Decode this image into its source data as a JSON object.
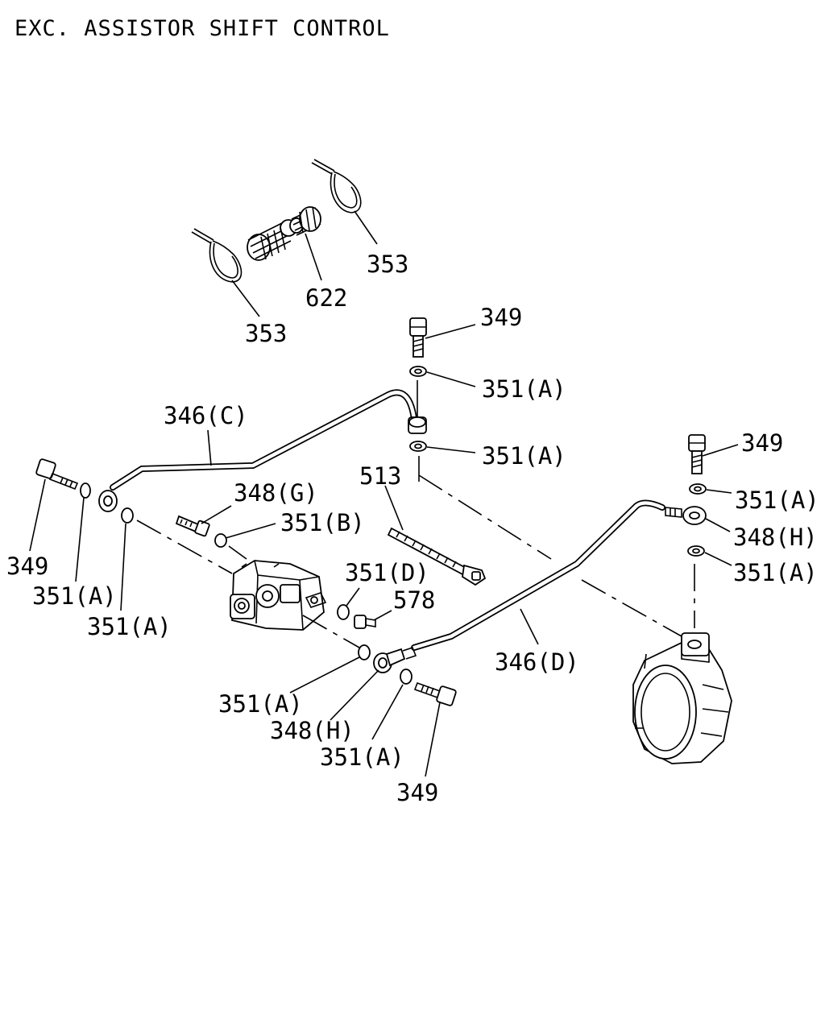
{
  "title": "EXC. ASSISTOR SHIFT CONTROL",
  "callouts": {
    "c353_top": "353",
    "c622": "622",
    "c353_left": "353",
    "c349_top": "349",
    "c351A_top1": "351(A)",
    "c351A_top2": "351(A)",
    "c346C": "346(C)",
    "c513": "513",
    "c349_right": "349",
    "c351A_right1": "351(A)",
    "c348H_right": "348(H)",
    "c351A_right2": "351(A)",
    "c348G": "348(G)",
    "c351B": "351(B)",
    "c349_left": "349",
    "c351A_left1": "351(A)",
    "c351A_left2": "351(A)",
    "c351D": "351(D)",
    "c578": "578",
    "c346D": "346(D)",
    "c351A_bot1": "351(A)",
    "c348H_bot": "348(H)",
    "c351A_bot2": "351(A)",
    "c349_bot": "349"
  }
}
